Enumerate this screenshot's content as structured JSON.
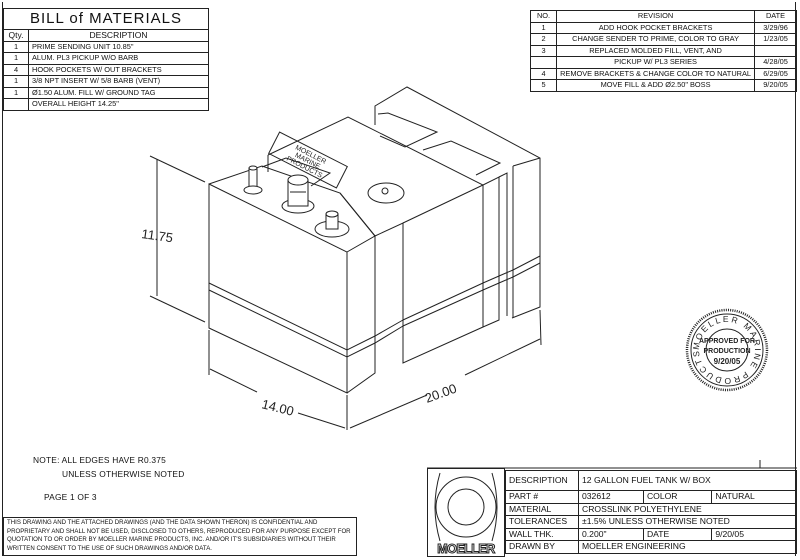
{
  "bom": {
    "title": "BILL of MATERIALS",
    "headers": {
      "qty": "Qty.",
      "description": "DESCRIPTION"
    },
    "rows": [
      {
        "qty": "1",
        "description": "PRIME SENDING UNIT 10.85\""
      },
      {
        "qty": "1",
        "description": "ALUM. PL3 PICKUP W/O BARB"
      },
      {
        "qty": "4",
        "description": "HOOK POCKETS W/ OUT BRACKETS"
      },
      {
        "qty": "1",
        "description": "3/8 NPT INSERT W/ 5/8 BARB (VENT)"
      },
      {
        "qty": "1",
        "description": "Ø1.50 ALUM. FILL W/ GROUND TAG"
      },
      {
        "qty": "",
        "description": "OVERALL HEIGHT 14.25\""
      }
    ]
  },
  "revisions": {
    "headers": {
      "no": "NO.",
      "revision": "REVISION",
      "date": "DATE"
    },
    "rows": [
      {
        "no": "1",
        "revision": "ADD HOOK POCKET BRACKETS",
        "date": "3/29/96"
      },
      {
        "no": "2",
        "revision": "CHANGE SENDER TO PRIME, COLOR TO GRAY",
        "date": "1/23/05"
      },
      {
        "no": "3",
        "revision": "REPLACED MOLDED FILL, VENT, AND",
        "date": ""
      },
      {
        "no": "",
        "revision": "PICKUP W/ PL3 SERIES",
        "date": "4/28/05"
      },
      {
        "no": "4",
        "revision": "REMOVE BRACKETS & CHANGE COLOR TO NATURAL",
        "date": "6/29/05"
      },
      {
        "no": "5",
        "revision": "MOVE FILL & ADD Ø2.50\" BOSS",
        "date": "9/20/05"
      }
    ]
  },
  "drawing": {
    "plate_lines": [
      "MOELLER",
      "MARINE",
      "PRODUCTS"
    ],
    "dim_height": "11.75",
    "dim_depth": "14.00",
    "dim_width": "20.00"
  },
  "stamp": {
    "ring_text": "MOELLER MARINE PRODUCTS",
    "lines": [
      "APPROVED FOR",
      "PRODUCTION",
      "9/20/05"
    ]
  },
  "notes": {
    "line1": "NOTE: ALL EDGES HAVE R0.375",
    "line2": "UNLESS OTHERWISE NOTED",
    "page": "PAGE 1 OF 3"
  },
  "confidential": "THIS DRAWING AND THE ATTACHED DRAWINGS (AND THE DATA SHOWN THERON) IS CONFIDENTIAL AND PROPRIETARY AND SHALL NOT BE USED, DISCLOSED TO OTHERS, REPRODUCED FOR ANY PURPOSE EXCEPT FOR QUOTATION TO OR ORDER BY MOELLER MARINE PRODUCTS, INC. AND/OR IT'S SUBSIDIARIES WITHOUT THEIR WRITTEN CONSENT TO THE USE OF SUCH DRAWINGS AND/OR DATA.",
  "title_block": {
    "logo": "MOELLER",
    "description_label": "DESCRIPTION",
    "description": "12 GALLON FUEL TANK W/ BOX",
    "part_label": "PART #",
    "part": "032612",
    "color_label": "COLOR",
    "color": "NATURAL",
    "material_label": "MATERIAL",
    "material": "CROSSLINK POLYETHYLENE",
    "tolerances_label": "TOLERANCES",
    "tolerances": "±1.5% UNLESS OTHERWISE NOTED",
    "wall_label": "WALL THK.",
    "wall": "0.200\"",
    "date_label": "DATE",
    "date": "9/20/05",
    "drawn_label": "DRAWN BY",
    "drawn": "MOELLER ENGINEERING"
  }
}
